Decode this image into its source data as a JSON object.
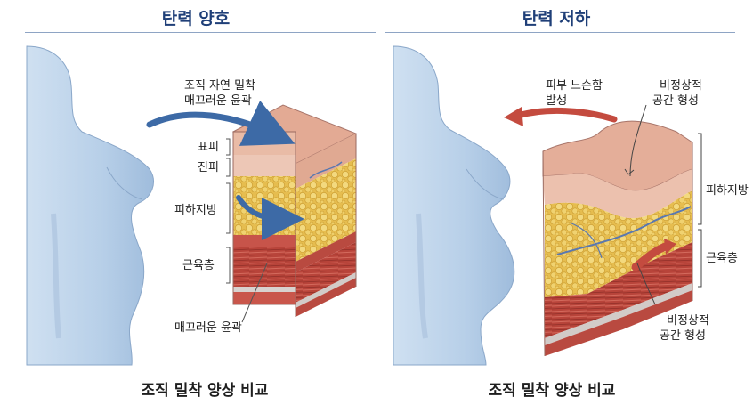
{
  "left_panel": {
    "title": "탄력 양호",
    "arrow_label_line1": "조직 자연 밀착",
    "arrow_label_line2": "매끄러운 윤곽",
    "layer_epidermis": "표피",
    "layer_dermis": "진피",
    "layer_subcutaneous": "피하지방",
    "layer_muscle": "근육층",
    "bottom_annotation": "매끄러운 윤곽",
    "caption": "조직 밀착 양상 비교"
  },
  "right_panel": {
    "title": "탄력 저하",
    "arrow_label_line1": "피부 느슨함",
    "arrow_label_line2": "발생",
    "top_annotation_line1": "비정상적",
    "top_annotation_line2": "공간 형성",
    "layer_subcutaneous": "피하지방",
    "layer_muscle": "근육층",
    "bottom_annotation_line1": "비정상적",
    "bottom_annotation_line2": "공간 형성",
    "caption": "조직 밀착 양상 비교"
  },
  "colors": {
    "title_blue": "#1f3f78",
    "body_fill": "#bcd3ea",
    "fat_yellow": "#e9c45a",
    "muscle_red": "#b8443a",
    "skin_pink": "#e7b7a2",
    "arrow_blue": "#3d6aa6",
    "arrow_red": "#c44b3f"
  }
}
